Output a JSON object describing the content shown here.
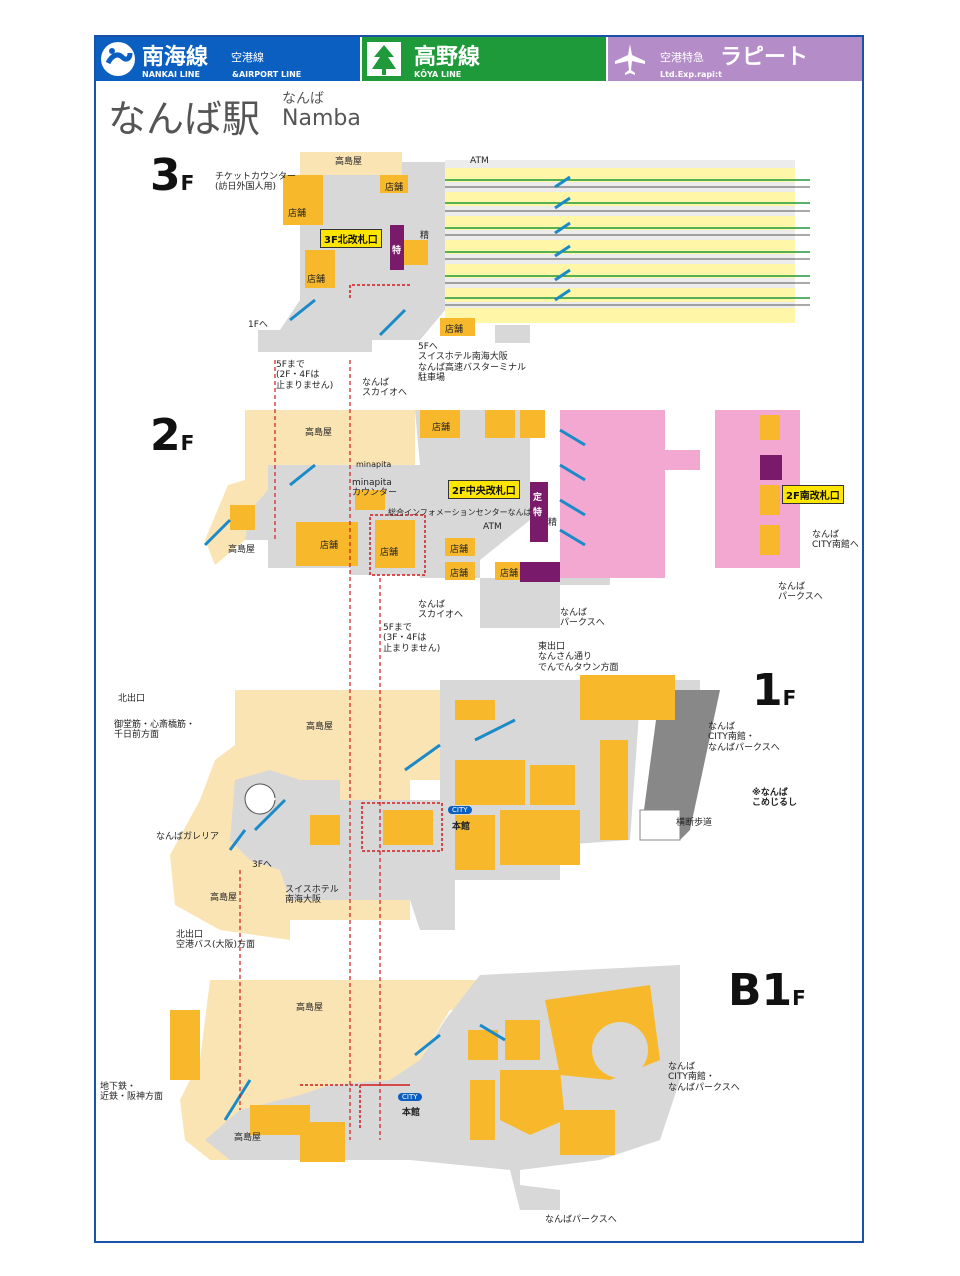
{
  "header": {
    "nankai": {
      "name": "南海線",
      "sub": "空港線",
      "en": "NANKAI LINE",
      "en2": "&AIRPORT LINE"
    },
    "koya": {
      "name": "高野線",
      "en": "KŌYA LINE"
    },
    "rapit": {
      "sub": "空港特急",
      "name": "ラピート",
      "en": "Ltd.Exp.rapi:t"
    }
  },
  "station": {
    "name": "なんば駅",
    "kana": "なんば",
    "roman": "Namba"
  },
  "colors": {
    "blue": "#0b5fc0",
    "green": "#1e9a3a",
    "purple": "#b48cc8",
    "shop": "#f7b82c",
    "platform": "#fff6a8",
    "gate_pink": "#f2a8d0",
    "area_beige": "#fbe4b4",
    "walk": "#d8d8d8"
  },
  "floors": {
    "f3": {
      "number": "3",
      "unit": "F",
      "takashimaya": "高島屋",
      "ticket_counter": "チケットカウンター\n(訪日外国人用)",
      "gate": "3F北改札口",
      "to_1f": "1Fへ",
      "to_5f_note": "5Fまで\n(2F・4Fは\n止まりません)",
      "skyo": "なんば\nスカイオへ",
      "to_5f": "5Fへ\nスイスホテル南海大阪\nなんば高速バスターミナル\n駐車場",
      "shop": "店舗",
      "seisan": "精",
      "toku": "特"
    },
    "f2": {
      "number": "2",
      "unit": "F",
      "takashimaya": "高島屋",
      "minapita": "minapita",
      "minapita_counter": "minapita\nカウンター",
      "info_center": "総合インフォメーションセンターなんば",
      "gate_central": "2F中央改札口",
      "gate_south": "2F南改札口",
      "skyo": "なんば\nスカイオへ",
      "parks": "なんば\nパークスへ",
      "city_south": "なんば\nCITY南館へ",
      "parks2": "なんば\nパークスへ",
      "to_5f_note": "5Fまで\n(3F・4Fは\n止まりません)",
      "shop": "店舗",
      "teiki": "定",
      "toku": "特",
      "seisan": "精"
    },
    "f1": {
      "number": "1",
      "unit": "F",
      "takashimaya": "高島屋",
      "north_exit": "北出口",
      "north_exit_dest": "御堂筋・心斎橋筋・\n千日前方面",
      "east_exit": "東出口\nなんさん通り\nでんでんタウン方面",
      "city_south_parks": "なんば\nCITY南館・\nなんばパークスへ",
      "komejirushi": "※なんば\nこめじるし",
      "crosswalk": "横断歩道",
      "galleria": "なんばガレリア",
      "to_3f": "3Fへ",
      "swiss": "スイスホテル\n南海大阪",
      "north_exit2": "北出口\n空港バス(大阪)方面",
      "city_badge": "CITY",
      "honkan": "本館"
    },
    "b1": {
      "number": "B1",
      "unit": "F",
      "takashimaya": "高島屋",
      "takashimaya2": "高島屋",
      "subway": "地下鉄・\n近鉄・阪神方面",
      "city_south_parks": "なんば\nCITY南館・\nなんばパークスへ",
      "parks": "なんばパークスへ",
      "city_badge": "CITY",
      "honkan": "本館"
    }
  },
  "atm": "ATM"
}
